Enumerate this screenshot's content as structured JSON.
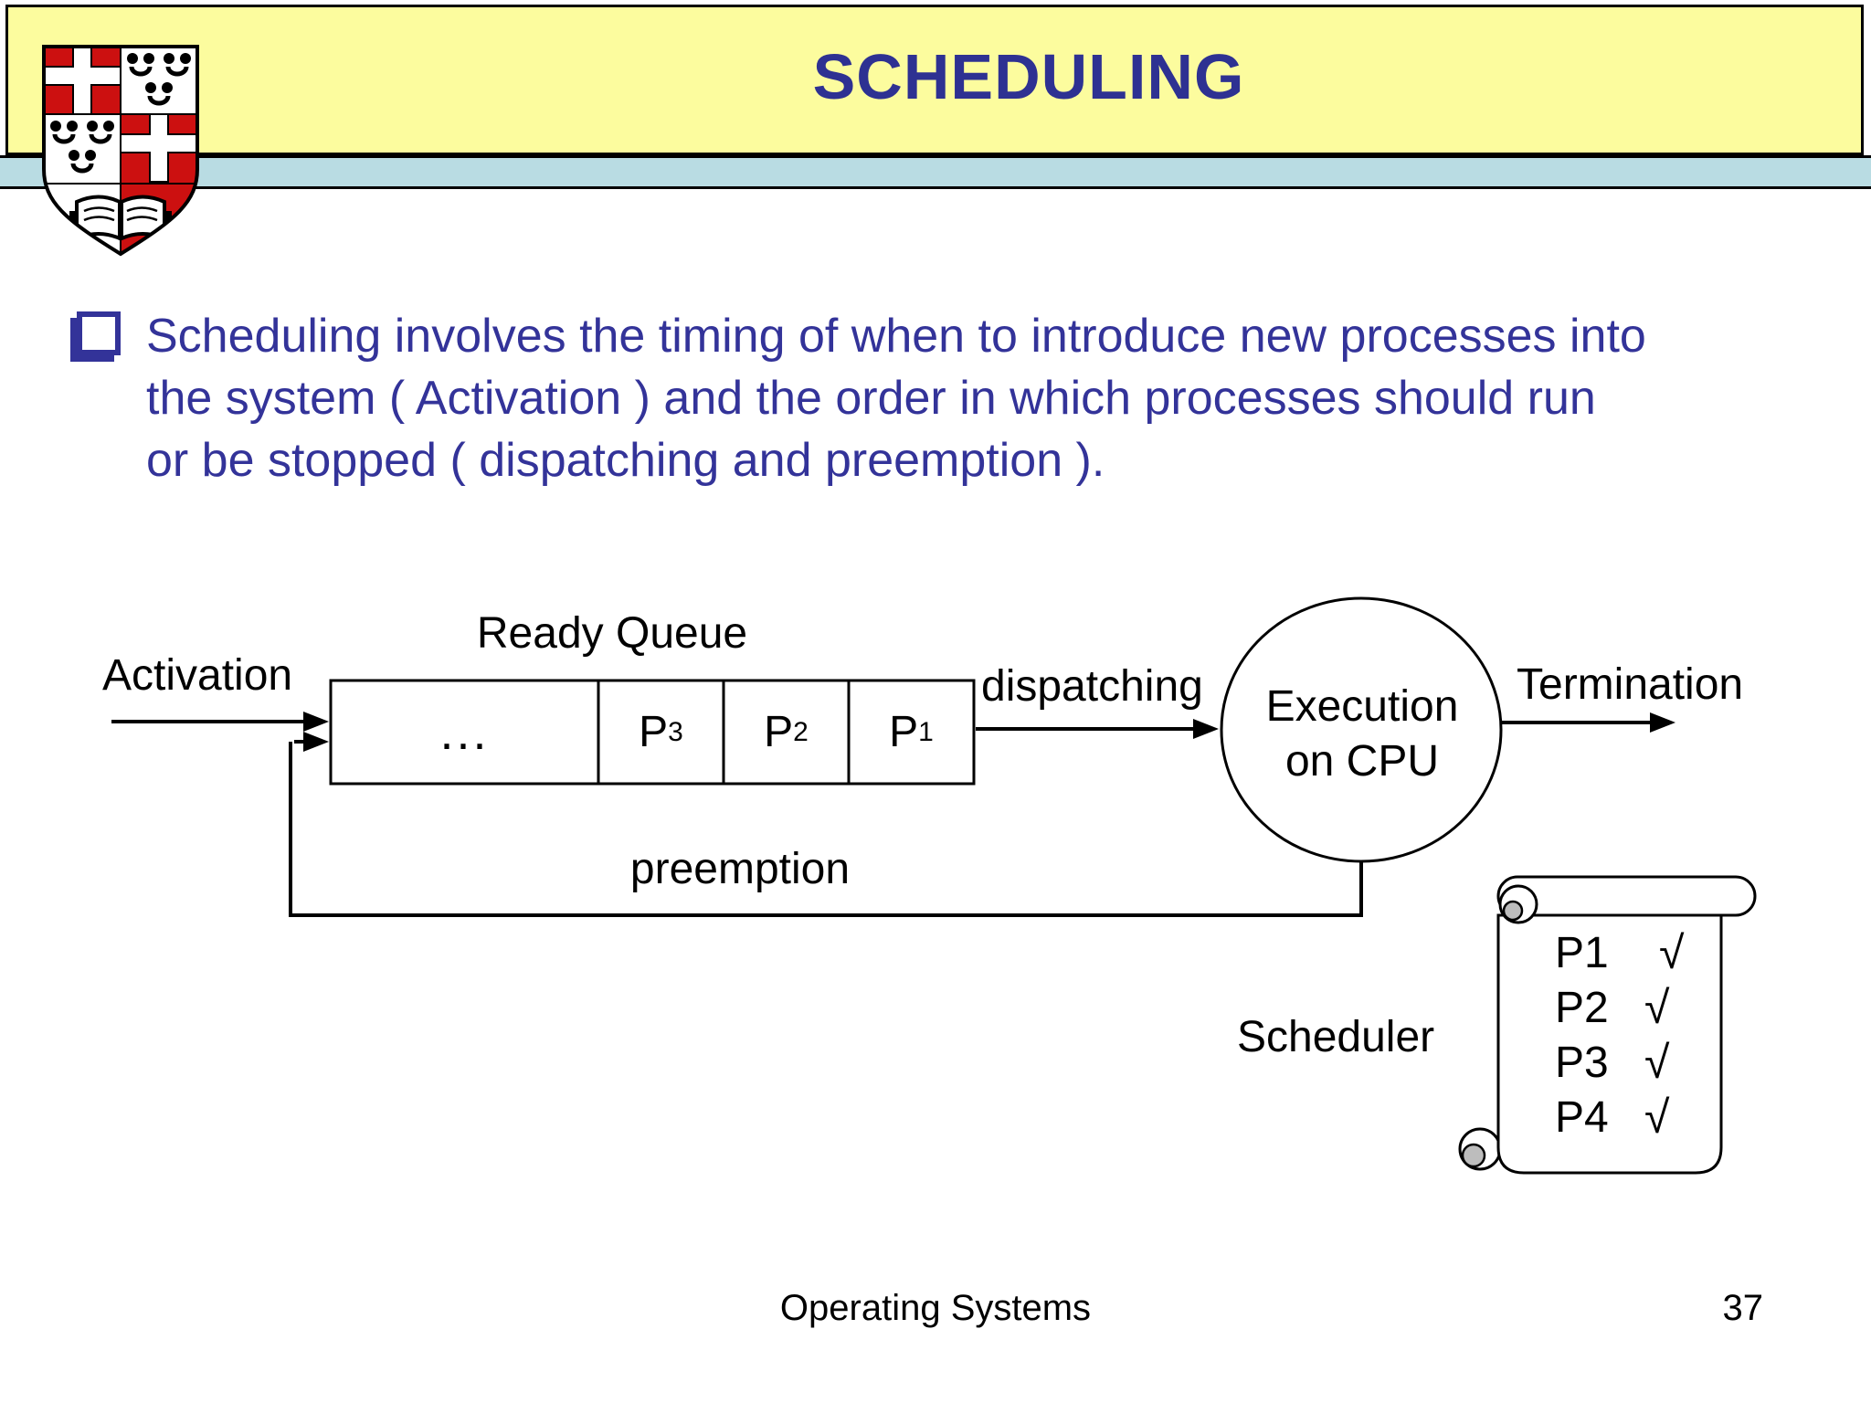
{
  "slide": {
    "title": "SCHEDULING",
    "footer_center": "Operating Systems",
    "page_number": "37"
  },
  "bullet": {
    "lines": [
      "Scheduling involves the timing of when to introduce new processes into",
      "the system ( Activation ) and the order in which processes should run",
      "or be stopped ( dispatching and preemption )."
    ]
  },
  "diagram": {
    "activation_label": "Activation",
    "ready_queue_label": "Ready Queue",
    "queue_cells": [
      {
        "text": "...",
        "sub": ""
      },
      {
        "text": "P",
        "sub": "3"
      },
      {
        "text": "P",
        "sub": "2"
      },
      {
        "text": "P",
        "sub": "1"
      }
    ],
    "dispatching_label": "dispatching",
    "cpu_line1": "Execution",
    "cpu_line2": "on CPU",
    "termination_label": "Termination",
    "preemption_label": "preemption",
    "scheduler_label": "Scheduler",
    "scroll_items": [
      {
        "name": "P1",
        "check": "√"
      },
      {
        "name": "P2",
        "check": "√"
      },
      {
        "name": "P3",
        "check": "√"
      },
      {
        "name": "P4",
        "check": "√"
      }
    ]
  },
  "colors": {
    "banner_yellow": "#FCFC9E",
    "accent_band_blue": "#B9DCE3",
    "title_navy": "#2E3192",
    "body_text_indigo": "#333399",
    "crest_red": "#CC1010",
    "diagram_black": "#000000"
  }
}
